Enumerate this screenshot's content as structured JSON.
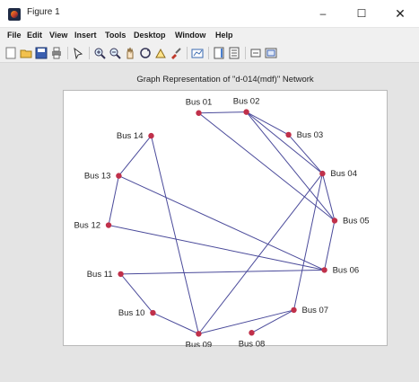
{
  "window": {
    "title": "Figure 1",
    "minimize_glyph": "–",
    "maximize_glyph": "☐",
    "close_glyph": "✕"
  },
  "menu": [
    "File",
    "Edit",
    "View",
    "Insert",
    "Tools",
    "Desktop",
    "Window",
    "Help"
  ],
  "toolbar": [
    {
      "name": "new-figure-icon"
    },
    {
      "name": "open-file-icon"
    },
    {
      "name": "save-icon"
    },
    {
      "name": "print-icon"
    },
    {
      "name": "separator"
    },
    {
      "name": "edit-plot-icon"
    },
    {
      "name": "separator"
    },
    {
      "name": "zoom-in-icon"
    },
    {
      "name": "zoom-out-icon"
    },
    {
      "name": "pan-icon"
    },
    {
      "name": "rotate-3d-icon"
    },
    {
      "name": "data-cursor-icon"
    },
    {
      "name": "brush-icon"
    },
    {
      "name": "separator"
    },
    {
      "name": "link-plot-icon"
    },
    {
      "name": "separator"
    },
    {
      "name": "insert-colorbar-icon"
    },
    {
      "name": "insert-legend-icon"
    },
    {
      "name": "separator"
    },
    {
      "name": "hide-plot-tools-icon"
    },
    {
      "name": "show-plot-tools-icon"
    }
  ],
  "plot": {
    "title": "Graph Representation of \"d-014(mdf)\" Network"
  },
  "graph": {
    "node_color": "#c0304a",
    "edge_color": "#4a4a9a",
    "nodes": [
      {
        "id": 1,
        "label": "Bus 01"
      },
      {
        "id": 2,
        "label": "Bus 02"
      },
      {
        "id": 3,
        "label": "Bus 03"
      },
      {
        "id": 4,
        "label": "Bus 04"
      },
      {
        "id": 5,
        "label": "Bus 05"
      },
      {
        "id": 6,
        "label": "Bus 06"
      },
      {
        "id": 7,
        "label": "Bus 07"
      },
      {
        "id": 8,
        "label": "Bus 08"
      },
      {
        "id": 9,
        "label": "Bus 09"
      },
      {
        "id": 10,
        "label": "Bus 10"
      },
      {
        "id": 11,
        "label": "Bus 11"
      },
      {
        "id": 12,
        "label": "Bus 12"
      },
      {
        "id": 13,
        "label": "Bus 13"
      },
      {
        "id": 14,
        "label": "Bus 14"
      }
    ],
    "edges": [
      [
        1,
        2
      ],
      [
        1,
        5
      ],
      [
        2,
        3
      ],
      [
        2,
        4
      ],
      [
        2,
        5
      ],
      [
        3,
        4
      ],
      [
        4,
        5
      ],
      [
        4,
        7
      ],
      [
        4,
        9
      ],
      [
        5,
        6
      ],
      [
        6,
        11
      ],
      [
        6,
        12
      ],
      [
        6,
        13
      ],
      [
        7,
        8
      ],
      [
        7,
        9
      ],
      [
        9,
        10
      ],
      [
        9,
        14
      ],
      [
        10,
        11
      ],
      [
        12,
        13
      ],
      [
        13,
        14
      ]
    ]
  }
}
